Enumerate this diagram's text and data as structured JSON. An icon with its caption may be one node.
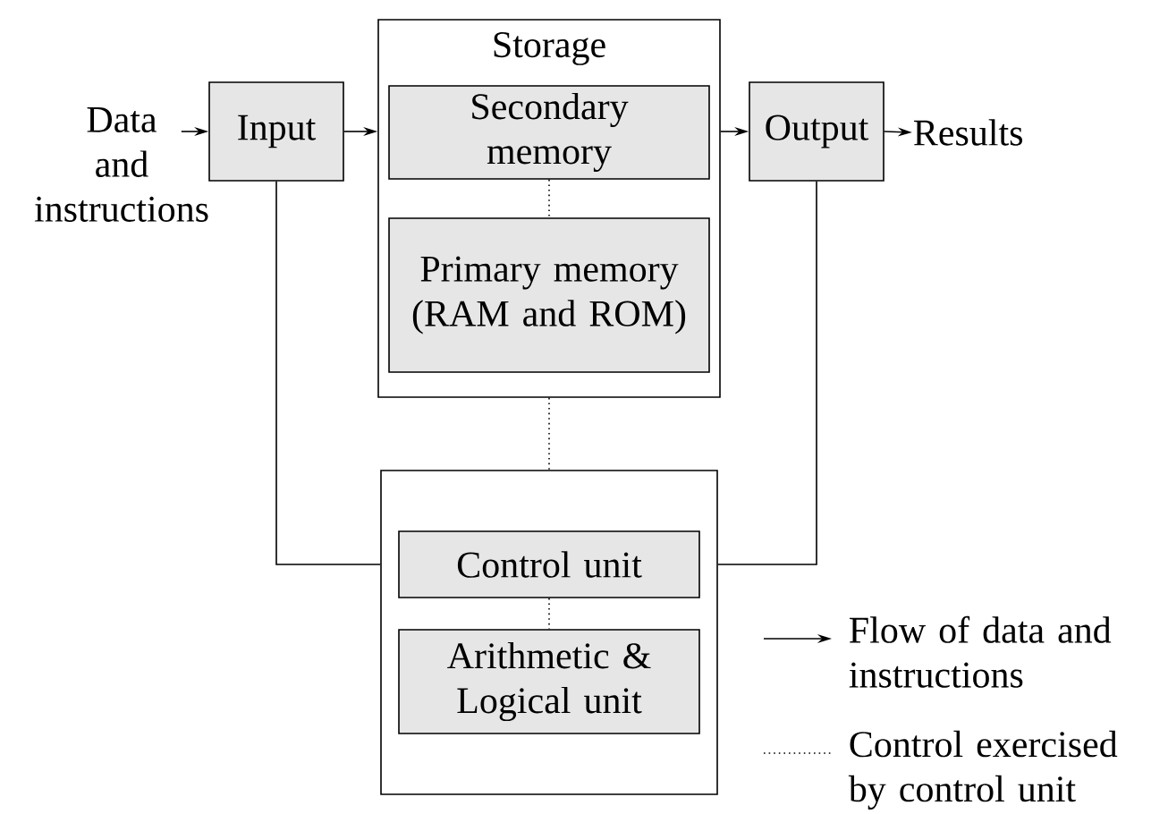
{
  "diagram": {
    "nodes": [
      {
        "text": [
          "Data and instructions"
        ]
      },
      {
        "text": [
          "Input"
        ]
      },
      {
        "text": [
          "Storage"
        ]
      },
      {
        "text": [
          "Secondary memory"
        ],
        "in": 2
      },
      {
        "text": [
          "Primary memory (RAM and ROM)"
        ],
        "in": 2
      },
      {
        "text": [
          "Output"
        ]
      },
      {
        "text": [
          "Results"
        ]
      },
      {
        "text": [],
        "shape": "box"
      },
      {
        "text": [
          "Control unit"
        ],
        "in": 7
      },
      {
        "text": [
          "Arithmetic & Logical unit"
        ],
        "in": 7
      }
    ],
    "edges": [
      {
        "from": 0,
        "to": 1,
        "arrow": "to"
      },
      {
        "from": 1,
        "to": 2,
        "arrow": "to"
      },
      {
        "from": 2,
        "to": 5,
        "arrow": "to"
      },
      {
        "from": 5,
        "to": 6,
        "arrow": "to"
      },
      {
        "from": 3,
        "to": 4,
        "arrow": "none",
        "style": "dashed"
      },
      {
        "from": 2,
        "to": 7,
        "arrow": "none",
        "style": "dashed"
      },
      {
        "from": 1,
        "to": 7,
        "arrow": "none"
      },
      {
        "from": 5,
        "to": 7,
        "arrow": "none"
      },
      {
        "from": 8,
        "to": 9,
        "arrow": "none",
        "style": "dashed"
      }
    ],
    "legend": [
      {
        "text": "Flow of data and instructions"
      },
      {
        "text": "Control exercised by control unit"
      }
    ]
  }
}
